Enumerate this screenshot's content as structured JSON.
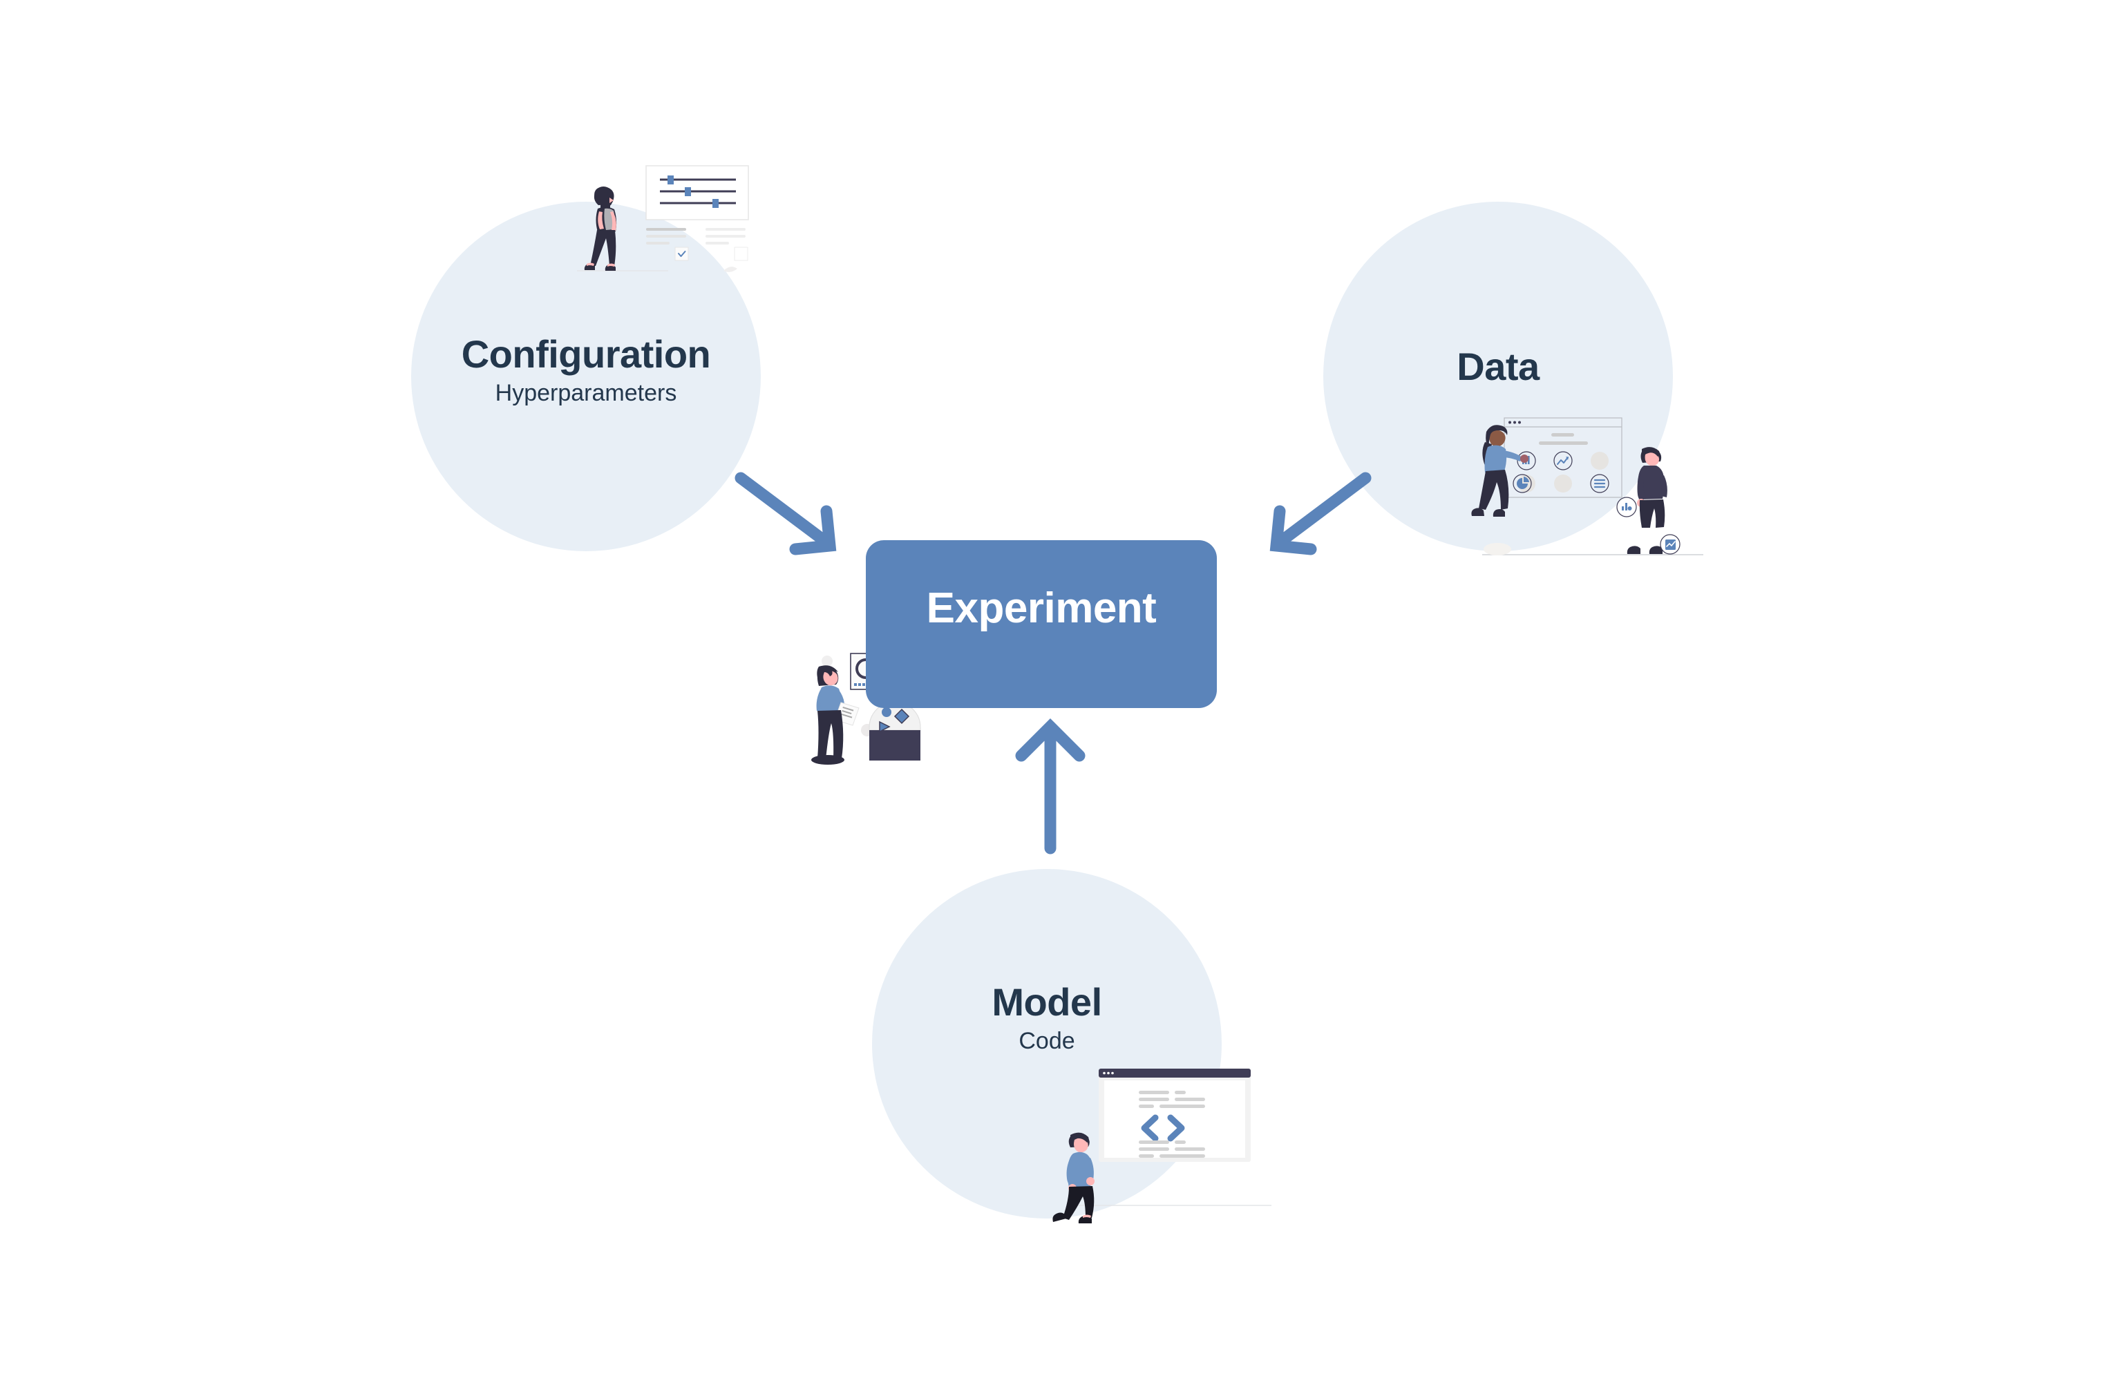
{
  "diagram": {
    "type": "flow",
    "background_color": "#ffffff",
    "accent_color": "#5b84ba",
    "circle_color": "#e8eff6",
    "text_color": "#23374c",
    "center": {
      "label": "Experiment",
      "shape": "rounded-rectangle",
      "fill": "#5b84ba",
      "text_color": "#ffffff"
    },
    "nodes": [
      {
        "id": "configuration",
        "title": "Configuration",
        "subtitle": "Hyperparameters",
        "shape": "circle",
        "position": "top-left",
        "illustration": "sliders-settings-icon"
      },
      {
        "id": "data",
        "title": "Data",
        "subtitle": "",
        "shape": "circle",
        "position": "top-right",
        "illustration": "dashboard-analytics-icon"
      },
      {
        "id": "model",
        "title": "Model",
        "subtitle": "Code",
        "shape": "circle",
        "position": "bottom-center",
        "illustration": "code-window-icon"
      }
    ],
    "edges": [
      {
        "from": "configuration",
        "to": "center",
        "direction": "down-right",
        "arrowhead": "end"
      },
      {
        "from": "data",
        "to": "center",
        "direction": "down-left",
        "arrowhead": "end"
      },
      {
        "from": "model",
        "to": "center",
        "direction": "up",
        "arrowhead": "end"
      }
    ]
  }
}
